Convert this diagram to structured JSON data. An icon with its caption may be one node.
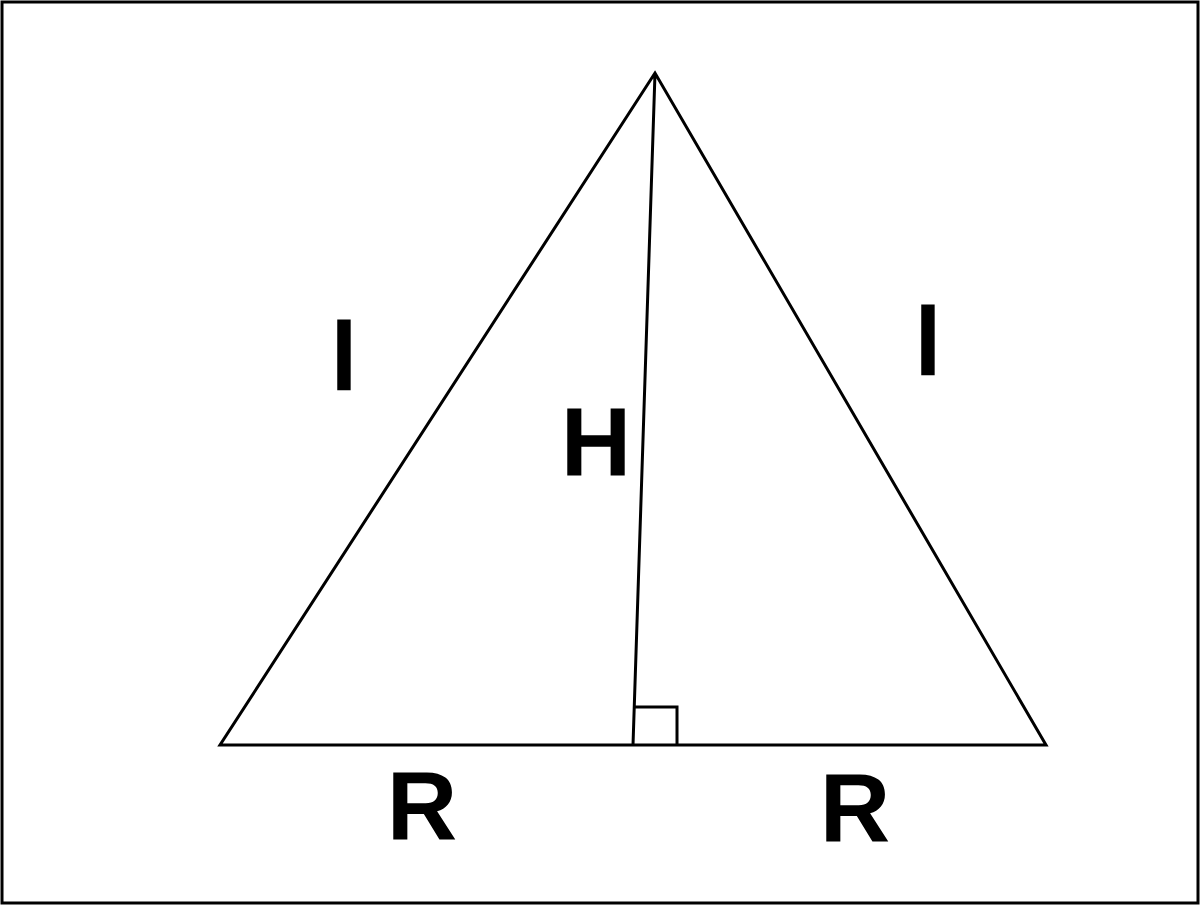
{
  "diagram": {
    "labels": [
      "l",
      "l",
      "H",
      "R",
      "R"
    ]
  }
}
